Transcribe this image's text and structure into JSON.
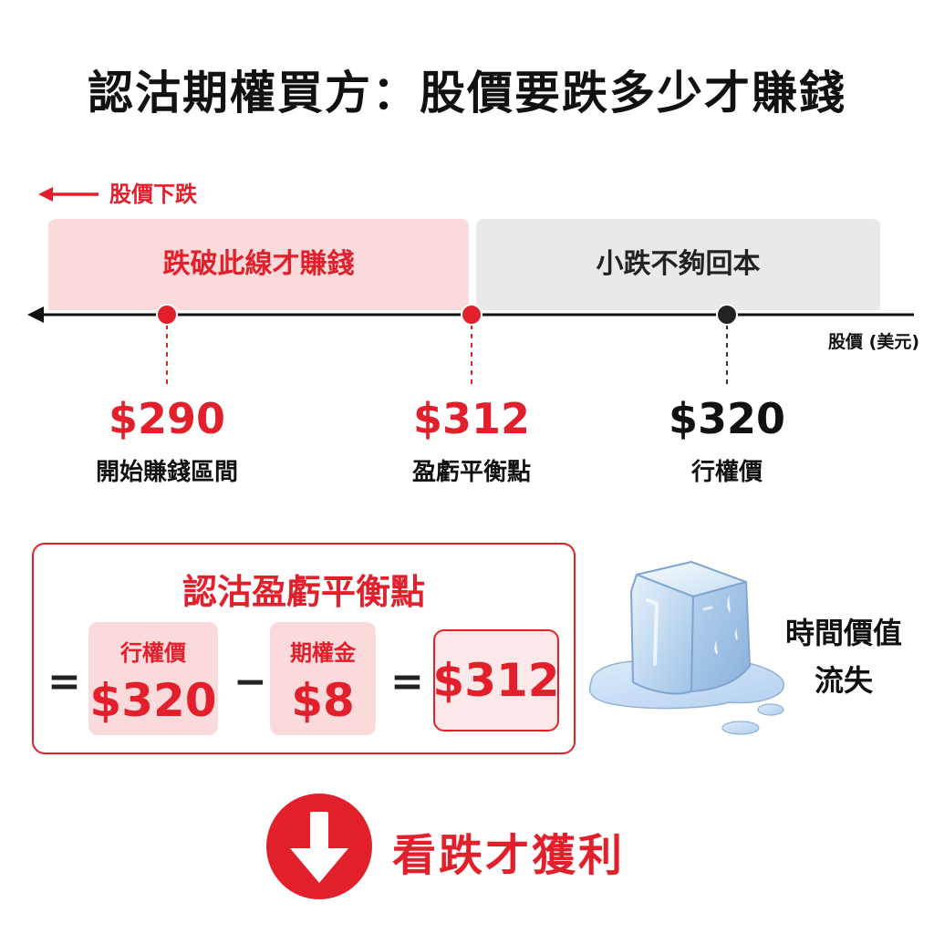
{
  "title": "認沽期權買方：股價要跌多少才賺錢",
  "direction": {
    "label": "股價下跌"
  },
  "zones": {
    "profit_label": "跌破此線才賺錢",
    "loss_label": "小跌不夠回本"
  },
  "axis": {
    "label": "股價 (美元)"
  },
  "points": [
    {
      "value": "$290",
      "caption": "開始賺錢區間",
      "color": "#e2202c"
    },
    {
      "value": "$312",
      "caption": "盈虧平衡點",
      "color": "#e2202c"
    },
    {
      "value": "$320",
      "caption": "行權價",
      "color": "#222222"
    }
  ],
  "formula": {
    "title": "認沽盈虧平衡點",
    "equals": "=",
    "minus": "−",
    "strike_label": "行權價",
    "strike_value": "$320",
    "premium_label": "期權金",
    "premium_value": "$8",
    "result": "$312"
  },
  "ice": {
    "icon": "melting-ice-cube-icon",
    "caption_line1": "時間價值",
    "caption_line2": "流失"
  },
  "bottom": {
    "icon": "down-arrow-circle-icon",
    "text": "看跌才獲利"
  },
  "colors": {
    "accent_red": "#e2202c",
    "pink_fill": "#fbdadc",
    "gray_fill": "#e9e9ea",
    "text_dark": "#111111"
  }
}
